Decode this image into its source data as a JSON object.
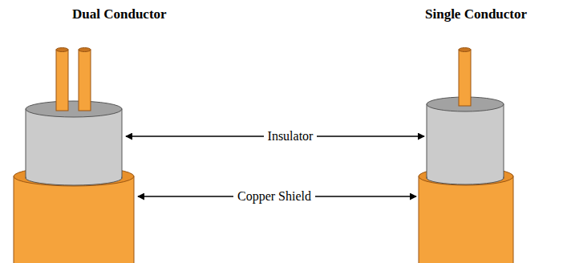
{
  "diagram": {
    "labels": [
      "Dual Conductor",
      "Single Conductor",
      "Insulator",
      "Copper Shield"
    ]
  }
}
